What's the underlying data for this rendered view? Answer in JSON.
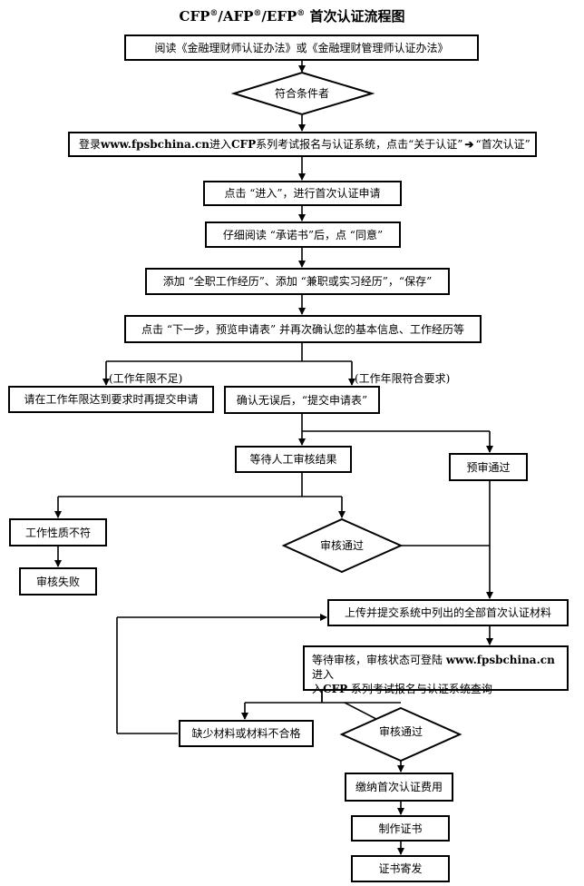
{
  "title": {
    "main_1": "CFP",
    "reg": "®",
    "sep_1": "/AFP",
    "sep_2": "/EFP",
    "main_2": " 首次认证流程图"
  },
  "steps": {
    "read_rules": "阅读《金融理财师认证办法》或《金融理财管理师认证办法》",
    "eligible": "符合条件者",
    "login_prefix": "登录 ",
    "login_site": "www.fpsbchina.cn",
    "login_mid": " 进入 ",
    "login_cfp": "CFP",
    "login_suffix": " 系列考试报名与认证系统，点击“关于认证”",
    "login_target": "“首次认证”",
    "click_enter": "点击 “进入”，进行首次认证申请",
    "read_commitment": "仔细阅读 “承诺书”后，点 “同意”",
    "add_experience": "添加 “全职工作经历”、添加 “兼职或实习经历”，“保存”",
    "next_step": "点击 “下一步，预览申请表” 并再次确认您的基本信息、工作经历等",
    "years_insufficient": "(工作年限不足)",
    "years_sufficient": "(工作年限符合要求)",
    "submit_later": "请在工作年限达到要求时再提交申请",
    "confirm_submit": "确认无误后，“提交申请表”",
    "wait_manual": "等待人工审核结果",
    "pre_review_pass": "预审通过",
    "nature_mismatch": "工作性质不符",
    "review_fail": "审核失败",
    "review_pass_1": "审核通过",
    "upload_materials": "上传并提交系统中列出的全部首次认证材料",
    "wait_review_1": "等待审核，审核状态可登陆 ",
    "wait_review_site": "www.fpsbchina.cn",
    "wait_review_2": " 进入",
    "wait_review_cfp": "CFP",
    "wait_review_3": " 系列考试报名与认证系统查询",
    "missing_materials": "缺少材料或材料不合格",
    "review_pass_2": "审核通过",
    "pay_fee": "缴纳首次认证费用",
    "make_certificate": "制作证书",
    "mail_certificate": "证书寄发"
  }
}
